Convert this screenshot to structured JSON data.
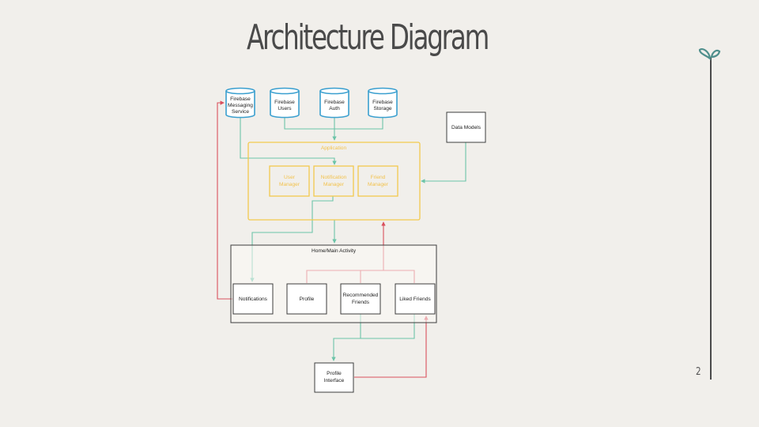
{
  "slide": {
    "title": "Architecture Diagram",
    "page_number": "2"
  },
  "diagram": {
    "firebase_messaging": [
      "Firebase",
      "Messaging",
      "Service"
    ],
    "firebase_users": [
      "Firebase",
      "Users"
    ],
    "firebase_auth": [
      "Firebase",
      "Auth"
    ],
    "firebase_storage": [
      "Firebase",
      "Storage"
    ],
    "data_models": "Data Models",
    "application": "Application",
    "user_manager": [
      "User",
      "Manager"
    ],
    "notification_manager": [
      "Notification",
      "Manager"
    ],
    "friend_manager": [
      "Friend",
      "Manager"
    ],
    "home_activity": "Home/Main Activity",
    "notifications": "Notifications",
    "profile": "Profile",
    "recommended_friends": [
      "Recommended",
      "Friends"
    ],
    "liked_friends": "Liked Friends",
    "profile_interface": [
      "Profile",
      "Interface"
    ]
  },
  "colors": {
    "database": "#3a9fcf",
    "application": "#f2c94c",
    "flow_green": "#6cc4a8",
    "flow_red": "#d9505d"
  }
}
